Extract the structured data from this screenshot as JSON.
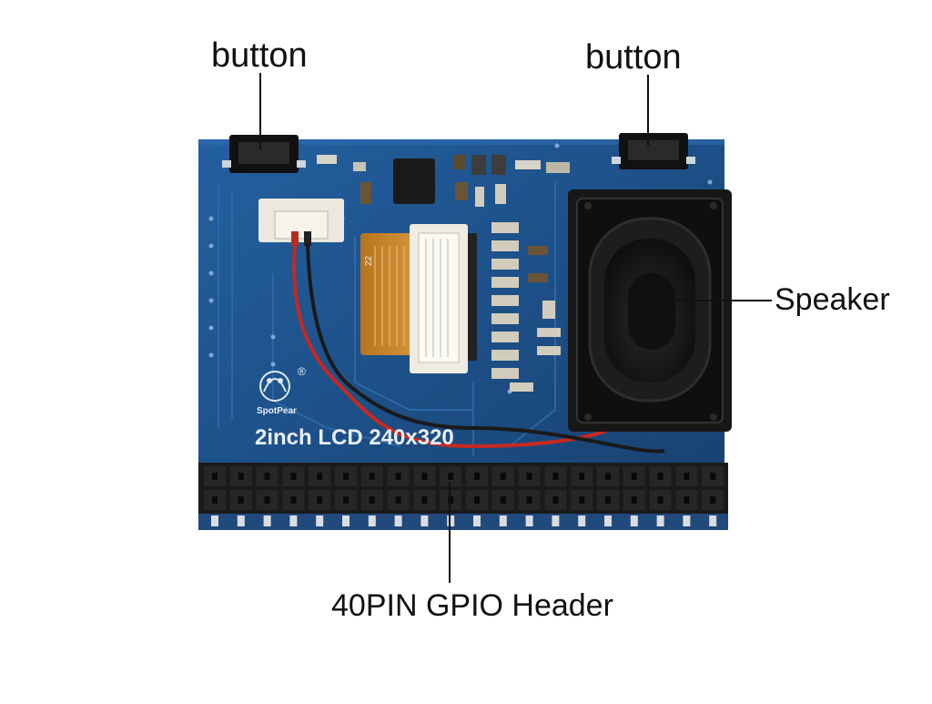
{
  "callouts": {
    "button_left": "button",
    "button_right": "button",
    "speaker": "Speaker",
    "gpio": "40PIN GPIO Header"
  },
  "board": {
    "silkscreen_model": "2inch LCD 240x320",
    "silkscreen_brand": "SpotPear",
    "fpc_pin_number": "22",
    "registered_mark": "®"
  },
  "colors": {
    "pcb": "#1f4f86",
    "pcb_trace": "#2a6aa8",
    "header": "#1a1a1a",
    "speaker": "#161616",
    "fpc": "#c8862c",
    "connector": "#f0ece2"
  },
  "icons": [
    "spotpear-logo-icon"
  ]
}
